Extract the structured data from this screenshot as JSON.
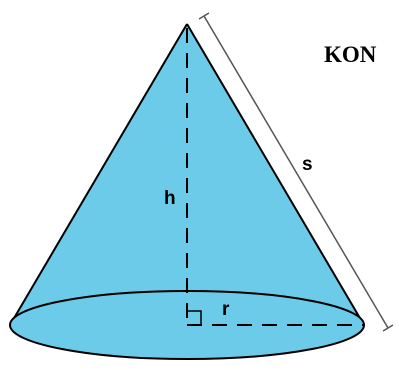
{
  "diagram": {
    "title": "KON",
    "labels": {
      "height": "h",
      "slant": "s",
      "radius": "r"
    },
    "colors": {
      "fill": "#6ccbe8",
      "stroke": "#000000",
      "dimension_line": "#555555"
    }
  }
}
